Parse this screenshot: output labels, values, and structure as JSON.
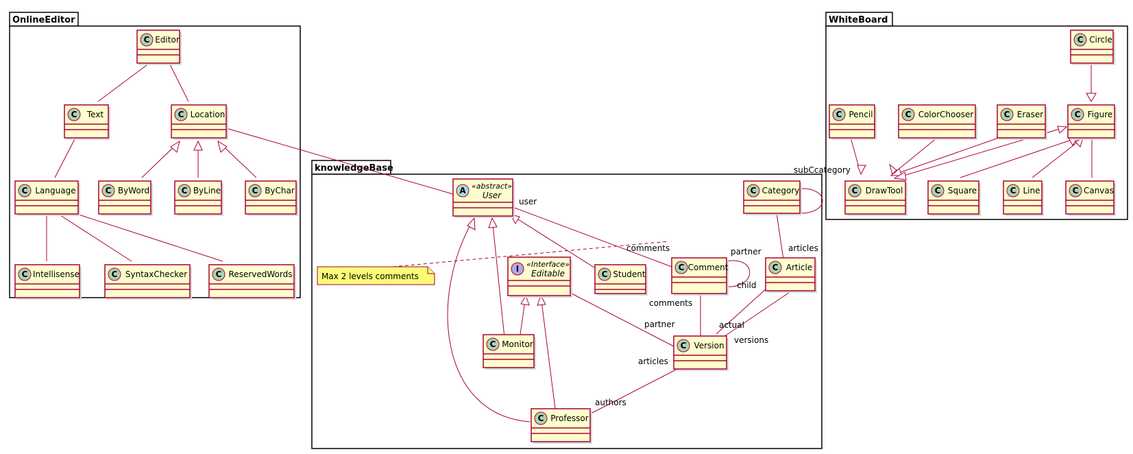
{
  "colors": {
    "class_fill": "#FEFECE",
    "class_border": "#A80036",
    "badge_class": "#ADD1B2",
    "badge_abstract": "#A9DCDF",
    "badge_interface": "#B4A7E5",
    "note_fill": "#FBFB77"
  },
  "packages": {
    "online_editor": "OnlineEditor",
    "knowledge_base": "knowledgeBase",
    "white_board": "WhiteBoard"
  },
  "classes": {
    "editor": {
      "name": "Editor",
      "badge": "C"
    },
    "text": {
      "name": "Text",
      "badge": "C"
    },
    "location": {
      "name": "Location",
      "badge": "C"
    },
    "language": {
      "name": "Language",
      "badge": "C"
    },
    "by_word": {
      "name": "ByWord",
      "badge": "C"
    },
    "by_line": {
      "name": "ByLine",
      "badge": "C"
    },
    "by_char": {
      "name": "ByChar",
      "badge": "C"
    },
    "intellisense": {
      "name": "Intellisense",
      "badge": "C"
    },
    "syntax_checker": {
      "name": "SyntaxChecker",
      "badge": "C"
    },
    "reserved_words": {
      "name": "ReservedWords",
      "badge": "C"
    },
    "user": {
      "name": "User",
      "badge": "A",
      "stereotype": "«abstract»"
    },
    "category": {
      "name": "Category",
      "badge": "C"
    },
    "editable": {
      "name": "Editable",
      "badge": "I",
      "stereotype": "«Interface»"
    },
    "student": {
      "name": "Student",
      "badge": "C"
    },
    "comment": {
      "name": "Comment",
      "badge": "C"
    },
    "article": {
      "name": "Article",
      "badge": "C"
    },
    "monitor": {
      "name": "Monitor",
      "badge": "C"
    },
    "version": {
      "name": "Version",
      "badge": "C"
    },
    "professor": {
      "name": "Professor",
      "badge": "C"
    },
    "circle": {
      "name": "Circle",
      "badge": "C"
    },
    "pencil": {
      "name": "Pencil",
      "badge": "C"
    },
    "color_chooser": {
      "name": "ColorChooser",
      "badge": "C"
    },
    "eraser": {
      "name": "Eraser",
      "badge": "C"
    },
    "figure": {
      "name": "Figure",
      "badge": "C"
    },
    "draw_tool": {
      "name": "DrawTool",
      "badge": "C"
    },
    "square": {
      "name": "Square",
      "badge": "C"
    },
    "line": {
      "name": "Line",
      "badge": "C"
    },
    "canvas": {
      "name": "Canvas",
      "badge": "C"
    }
  },
  "roles": {
    "user": "user",
    "comments_user": "comments",
    "partner_comment": "partner",
    "child": "child",
    "articles_category": "articles",
    "sub_category": "subCcategory",
    "comments_version": "comments",
    "partner_version": "partner",
    "actual": "actual",
    "versions": "versions",
    "articles_version": "articles",
    "authors": "authors"
  },
  "note": {
    "text": "Max 2 levels comments"
  }
}
